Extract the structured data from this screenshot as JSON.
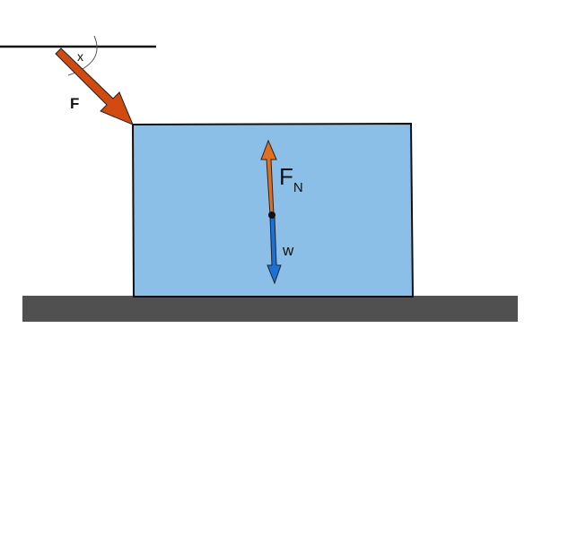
{
  "diagram": {
    "title": "Free body diagram of block pushed by angled force",
    "labels": {
      "angle": "x",
      "applied_force": "F",
      "normal_force_main": "F",
      "normal_force_sub": "N",
      "weight": "w"
    },
    "colors": {
      "block_fill": "#8bbfe8",
      "ground_fill": "#505050",
      "applied_force": "#d24a0e",
      "normal_force": "#e07020",
      "weight": "#1a72d8",
      "outline": "#111111"
    }
  }
}
